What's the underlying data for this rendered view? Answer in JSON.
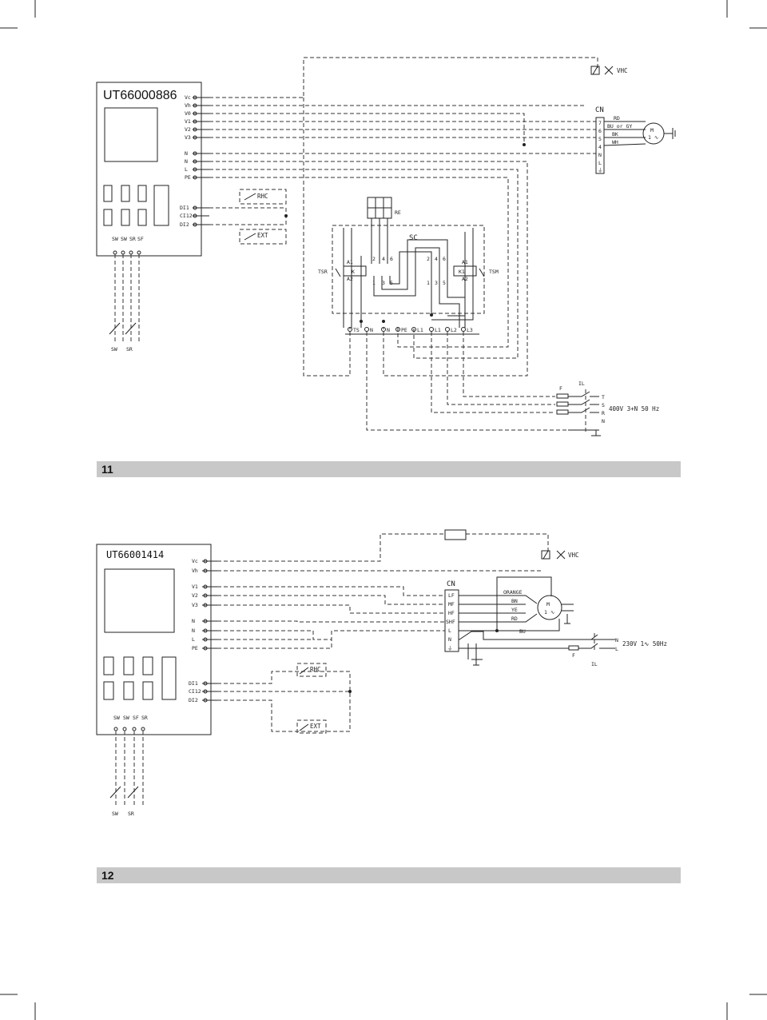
{
  "figure11": {
    "number": "11",
    "controller": "UT66000886",
    "ctrl_terminals": [
      "Vc",
      "Vh",
      "V0",
      "V1",
      "V2",
      "V3",
      "N",
      "N",
      "L",
      "PE"
    ],
    "input_terminals": [
      "DI1",
      "CI12",
      "DI2"
    ],
    "sensor_terminals": [
      "SW",
      "SW",
      "SR",
      "SF"
    ],
    "sensors": [
      "SW",
      "SR"
    ],
    "rhc": "RHC",
    "ext": "EXT",
    "vhc": "VHC",
    "cn": "CN",
    "cn_pins": [
      "7",
      "6",
      "5",
      "4",
      "N",
      "L",
      "⏚"
    ],
    "wires": [
      "RD",
      "BU or GY",
      "BK",
      "WH"
    ],
    "motor": "M",
    "motor_sub": "1 ∿",
    "re": "RE",
    "sc": "SC",
    "tsr": "TSR",
    "tsm": "TSM",
    "k": "K",
    "k1": "K1",
    "a1": "A1",
    "a2": "A2",
    "contact_top": [
      "2",
      "4",
      "6"
    ],
    "contact_bot": [
      "1",
      "3",
      "5"
    ],
    "term_row": [
      "TS",
      "N",
      "N",
      "PE",
      "L1",
      "L1",
      "L2",
      "L3"
    ],
    "fuse": "F",
    "il": "IL",
    "supply_labels": [
      "T",
      "S",
      "R",
      "N"
    ],
    "supply": "400V  3+N  50 Hz"
  },
  "figure12": {
    "number": "12",
    "controller": "UT66001414",
    "ctrl_terminals": [
      "Vc",
      "Vh",
      "V1",
      "V2",
      "V3",
      "N",
      "N",
      "L",
      "PE"
    ],
    "input_terminals": [
      "DI1",
      "CI12",
      "DI2"
    ],
    "sensor_terminals": [
      "SW",
      "SW",
      "SF",
      "SR"
    ],
    "sensors": [
      "SW",
      "SR"
    ],
    "rhc": "RHC",
    "ext": "EXT",
    "vhc": "VHC",
    "cn": "CN",
    "cn_pins": [
      "LF",
      "MF",
      "HF",
      "SHF",
      "L",
      "N",
      "⏚"
    ],
    "wires": [
      "ORANGE",
      "BN",
      "YE",
      "RD",
      "BU"
    ],
    "motor": "M",
    "motor_sub": "1 ∿",
    "supply_n": "N",
    "supply_l": "L",
    "supply": "230V  1∿    50Hz",
    "fuse": "F",
    "il": "IL"
  }
}
